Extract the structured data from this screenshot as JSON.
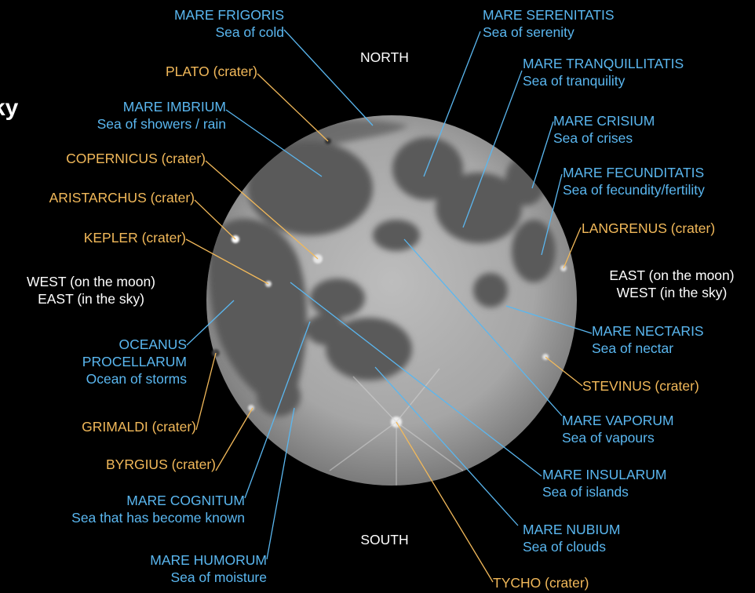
{
  "title_fragment": "ky",
  "compass": {
    "north": "NORTH",
    "south": "SOUTH",
    "west_line1": "WEST (on the moon)",
    "west_line2": "EAST (in the sky)",
    "east_line1": "EAST (on the moon)",
    "east_line2": "WEST (in the sky)"
  },
  "left_labels": [
    {
      "id": "frigoris",
      "type": "mare",
      "name": "MARE FRIGORIS",
      "meaning": "Sea of cold"
    },
    {
      "id": "plato",
      "type": "crater",
      "name": "PLATO (crater)"
    },
    {
      "id": "imbrium",
      "type": "mare",
      "name": "MARE IMBRIUM",
      "meaning": "Sea of showers / rain"
    },
    {
      "id": "copernicus",
      "type": "crater",
      "name": "COPERNICUS (crater)"
    },
    {
      "id": "aristarchus",
      "type": "crater",
      "name": "ARISTARCHUS (crater)"
    },
    {
      "id": "kepler",
      "type": "crater",
      "name": "KEPLER (crater)"
    },
    {
      "id": "procellarum",
      "type": "mare",
      "name": "OCEANUS",
      "name2": "PROCELLARUM",
      "meaning": "Ocean of storms"
    },
    {
      "id": "grimaldi",
      "type": "crater",
      "name": "GRIMALDI (crater)"
    },
    {
      "id": "byrgius",
      "type": "crater",
      "name": "BYRGIUS (crater)"
    },
    {
      "id": "cognitum",
      "type": "mare",
      "name": "MARE COGNITUM",
      "meaning": "Sea that has become known"
    },
    {
      "id": "humorum",
      "type": "mare",
      "name": "MARE HUMORUM",
      "meaning": "Sea of moisture"
    }
  ],
  "right_labels": [
    {
      "id": "serenitatis",
      "type": "mare",
      "name": "MARE SERENITATIS",
      "meaning": "Sea of serenity"
    },
    {
      "id": "tranquillitatis",
      "type": "mare",
      "name": "MARE TRANQUILLITATIS",
      "meaning": "Sea of tranquility"
    },
    {
      "id": "crisium",
      "type": "mare",
      "name": "MARE CRISIUM",
      "meaning": "Sea of crises"
    },
    {
      "id": "fecunditatis",
      "type": "mare",
      "name": "MARE FECUNDITATIS",
      "meaning": "Sea of fecundity/fertility"
    },
    {
      "id": "langrenus",
      "type": "crater",
      "name": "LANGRENUS (crater)"
    },
    {
      "id": "nectaris",
      "type": "mare",
      "name": "MARE NECTARIS",
      "meaning": "Sea of nectar"
    },
    {
      "id": "stevinus",
      "type": "crater",
      "name": "STEVINUS (crater)"
    },
    {
      "id": "vaporum",
      "type": "mare",
      "name": "MARE VAPORUM",
      "meaning": "Sea of vapours"
    },
    {
      "id": "insularum",
      "type": "mare",
      "name": "MARE INSULARUM",
      "meaning": "Sea of islands"
    },
    {
      "id": "nubium",
      "type": "mare",
      "name": "MARE NUBIUM",
      "meaning": "Sea of clouds"
    },
    {
      "id": "tycho",
      "type": "crater",
      "name": "TYCHO (crater)"
    }
  ],
  "colors": {
    "mare_label": "#5ab7f0",
    "crater_label": "#f2b95a",
    "compass_label": "#ffffff",
    "background": "#000000"
  }
}
